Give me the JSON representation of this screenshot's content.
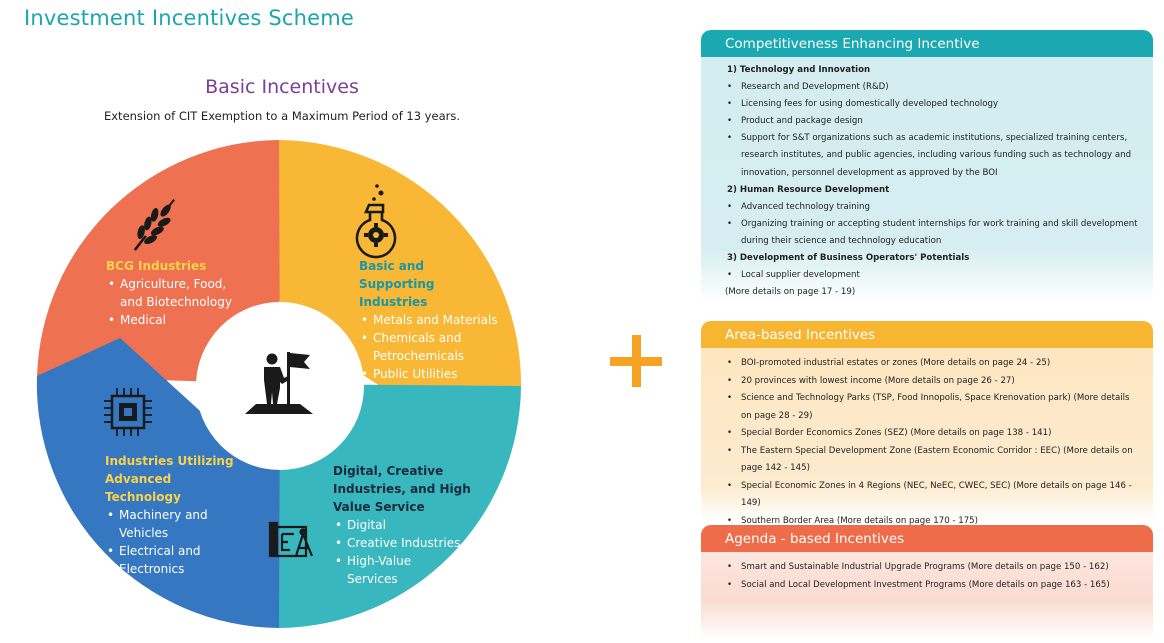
{
  "page_title": "Investment Incentives Scheme",
  "basic": {
    "title": "Basic Incentives",
    "subtitle": "Extension of CIT Exemption to a Maximum Period of 13 years."
  },
  "segments": {
    "bcg": {
      "heading": "BCG Industries",
      "items": [
        "Agriculture, Food, and Biotechnology",
        "Medical"
      ],
      "color": "#ee7151",
      "icon": "wheat-icon"
    },
    "basic_support": {
      "heading": "Basic and Supporting Industries",
      "items": [
        "Metals and Materials",
        "Chemicals and Petrochemicals",
        "Public Utilities"
      ],
      "color": "#f8b734",
      "icon": "flask-gear-icon"
    },
    "digital": {
      "heading": "Digital, Creative Industries, and High Value Service",
      "items": [
        "Digital",
        "Creative Industries",
        "High-Value Services"
      ],
      "color": "#38b7bf",
      "icon": "blueprint-icon"
    },
    "advanced": {
      "heading": "Industries Utilizing Advanced Technology",
      "items": [
        "Machinery and Vehicles",
        "Electrical and Electronics"
      ],
      "color": "#3577c0",
      "icon": "chip-icon"
    },
    "center_icon": "person-flag-icon"
  },
  "panels": {
    "competitiveness": {
      "title": "Competitiveness Enhancing Incentive",
      "color": "#1aa9b0",
      "rows": [
        {
          "t": "n",
          "text": "1)  Technology and Innovation"
        },
        {
          "t": "b",
          "text": "Research and Development (R&D)"
        },
        {
          "t": "b",
          "text": "Licensing fees for using domestically developed technology"
        },
        {
          "t": "b",
          "text": "Product and package design"
        },
        {
          "t": "b",
          "text": "Support for S&T organizations such as academic institutions, specialized training centers, research institutes, and public agencies, including various funding such as technology and innovation, personnel development as approved by the BOI"
        },
        {
          "t": "n",
          "text": "2)  Human Resource Development"
        },
        {
          "t": "b",
          "text": "Advanced technology training"
        },
        {
          "t": "b",
          "text": "Organizing training or accepting student internships for work training and skill development during their science and technology education"
        },
        {
          "t": "n",
          "text": "3)  Development of Business Operators' Potentials"
        },
        {
          "t": "b",
          "text": "Local supplier development"
        },
        {
          "t": "more",
          "text": "(More details on page 17 - 19)"
        }
      ]
    },
    "area": {
      "title": "Area-based Incentives",
      "color": "#f7b632",
      "rows": [
        {
          "t": "b",
          "text": "BOI-promoted industrial estates or zones (More details on page 24 - 25)"
        },
        {
          "t": "b",
          "text": "20 provinces with lowest income (More details on page 26 - 27)"
        },
        {
          "t": "b",
          "text": "Science and Technology Parks (TSP, Food Innopolis, Space Krenovation park) (More details on page 28 - 29)"
        },
        {
          "t": "b",
          "text": "Special Border Economics Zones (SEZ) (More details on page 138 - 141)"
        },
        {
          "t": "b",
          "text": "The Eastern Special Development Zone (Eastern Economic Corridor : EEC)  (More details on page 142 - 145)"
        },
        {
          "t": "b",
          "text": "Special Economic Zones in 4 Regions  (NEC, NeEC, CWEC, SEC) (More details on page 146 - 149)"
        },
        {
          "t": "b",
          "text": "Southern Border Area  (More details on page 170 - 175)"
        }
      ]
    },
    "agenda": {
      "title": "Agenda - based Incentives",
      "color": "#ef6c4a",
      "rows": [
        {
          "t": "b",
          "text": "Smart and Sustainable Industrial Upgrade Programs (More details on page 150 - 162)"
        },
        {
          "t": "b",
          "text": "Social and Local Development Investment Programs (More details on page 163 - 165)"
        }
      ]
    }
  }
}
